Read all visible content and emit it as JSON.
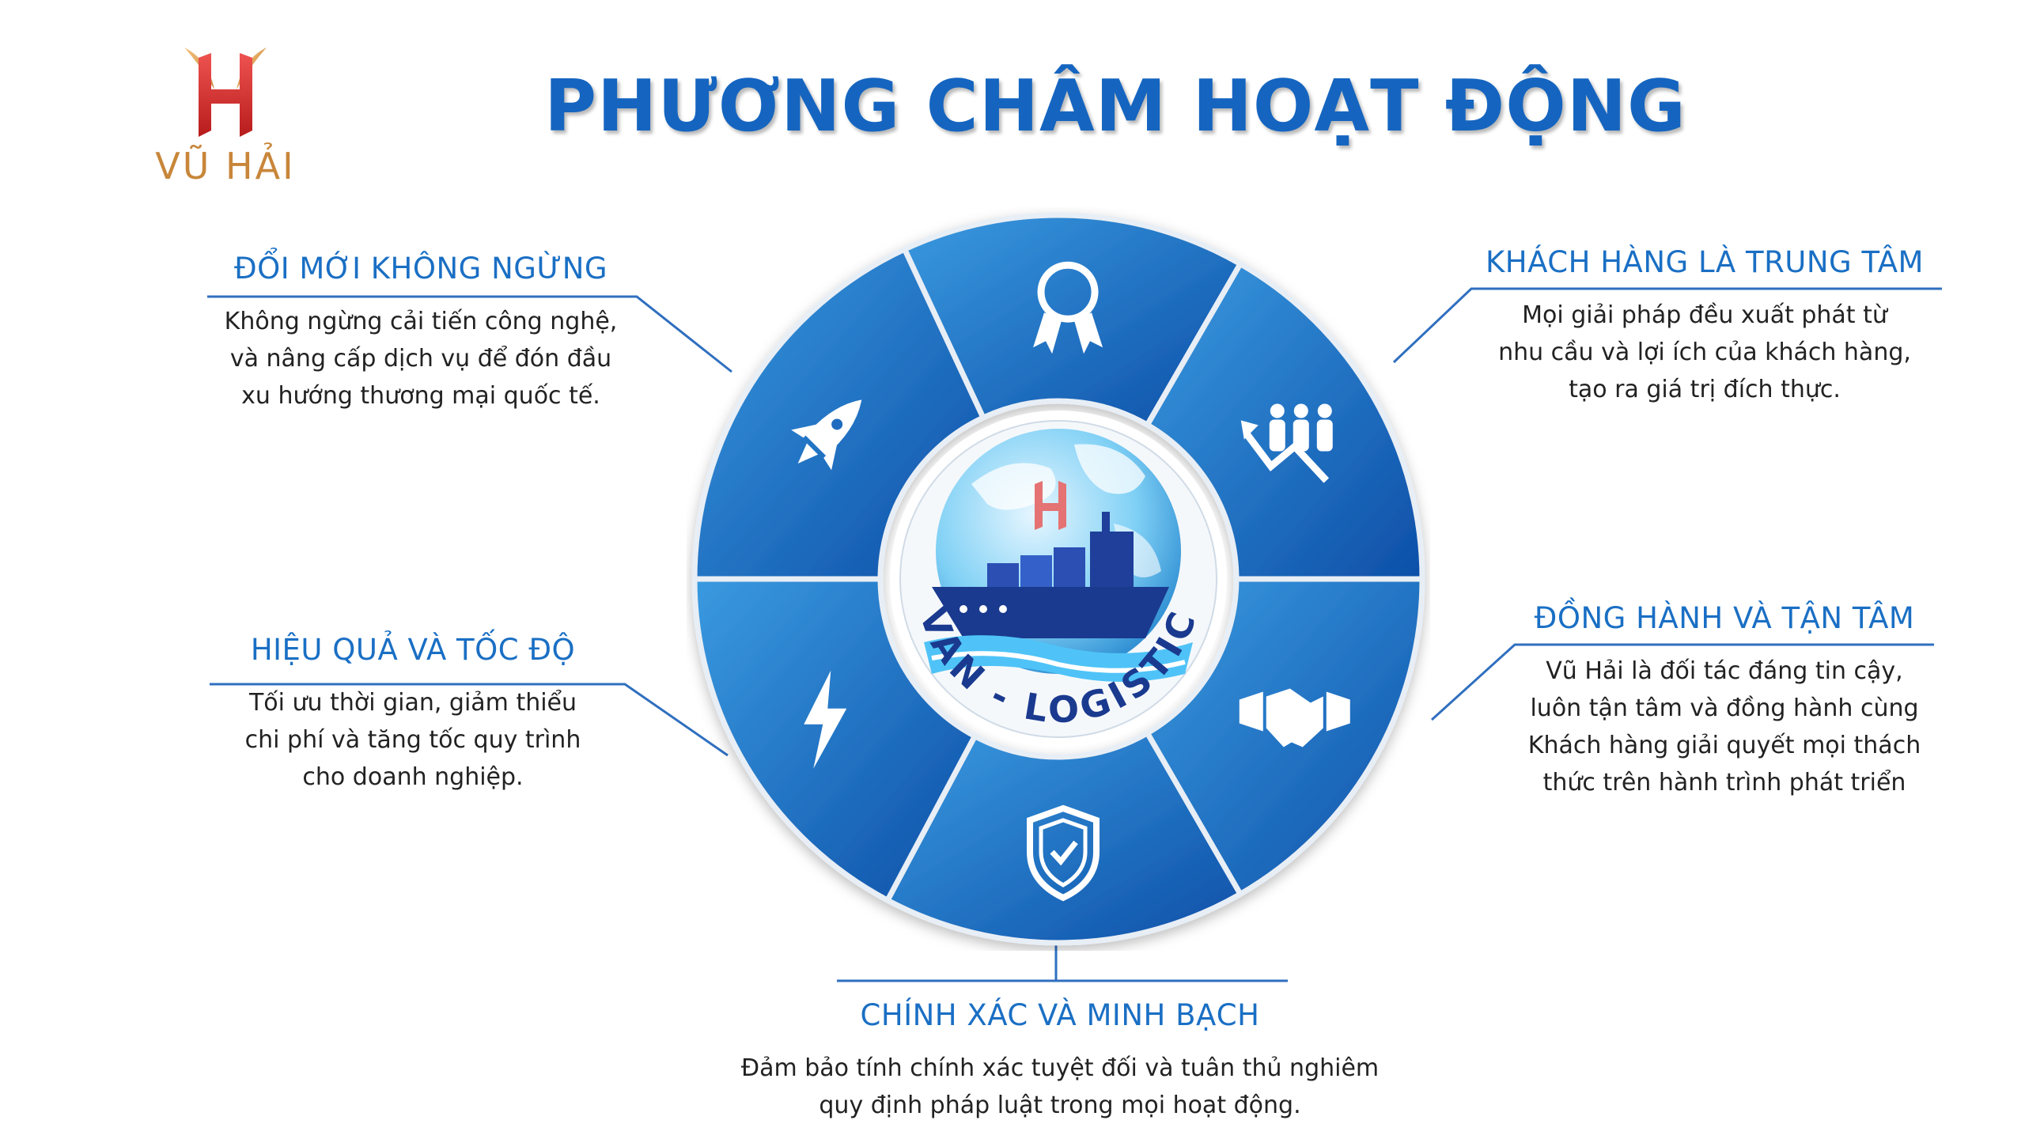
{
  "brand": {
    "name": "VŨ HẢI",
    "logo_letter": "H"
  },
  "title": "PHƯƠNG CHÂM HOẠT ĐỘNG",
  "center": {
    "badge_text": "VAN - LOGISTIC",
    "logo_letter": "H"
  },
  "principles": [
    {
      "id": "innovation",
      "heading": "ĐỔI MỚI KHÔNG NGỪNG",
      "lines": [
        "Không ngừng cải tiến công nghệ,",
        "và nâng cấp dịch vụ để đón đầu",
        "xu hướng thương mại quốc tế."
      ],
      "icon": "rocket-icon"
    },
    {
      "id": "customer",
      "heading": "KHÁCH HÀNG LÀ TRUNG TÂM",
      "lines": [
        "Mọi giải pháp đều xuất phát từ",
        "nhu cầu và lợi ích của khách hàng,",
        "tạo ra giá trị đích thực."
      ],
      "icon": "people-growth-icon"
    },
    {
      "id": "efficiency",
      "heading": "HIỆU QUẢ VÀ TỐC ĐỘ",
      "lines": [
        "Tối ưu thời gian, giảm thiểu",
        "chi phí và tăng tốc quy trình",
        "cho doanh nghiệp."
      ],
      "icon": "lightning-icon"
    },
    {
      "id": "companion",
      "heading": "ĐỒNG HÀNH VÀ TẬN TÂM",
      "lines": [
        "Vũ Hải là đối tác đáng tin cậy,",
        "luôn tận tâm và đồng hành cùng",
        "Khách hàng giải quyết mọi thách",
        "thức trên hành trình phát triển"
      ],
      "icon": "handshake-icon"
    },
    {
      "id": "transparency",
      "heading": "CHÍNH XÁC VÀ MINH BẠCH",
      "lines": [
        "Đảm bảo tính chính xác tuyệt đối và tuân thủ nghiêm",
        "quy định pháp luật trong mọi hoạt động."
      ],
      "icon": "shield-check-icon"
    }
  ],
  "colors": {
    "title": "#1565c0",
    "heading": "#1a6fc4",
    "segment_light": "#2f8fd8",
    "segment_dark": "#0d47a1",
    "brand_gold": "#c8863a",
    "brand_red": "#c62828"
  }
}
